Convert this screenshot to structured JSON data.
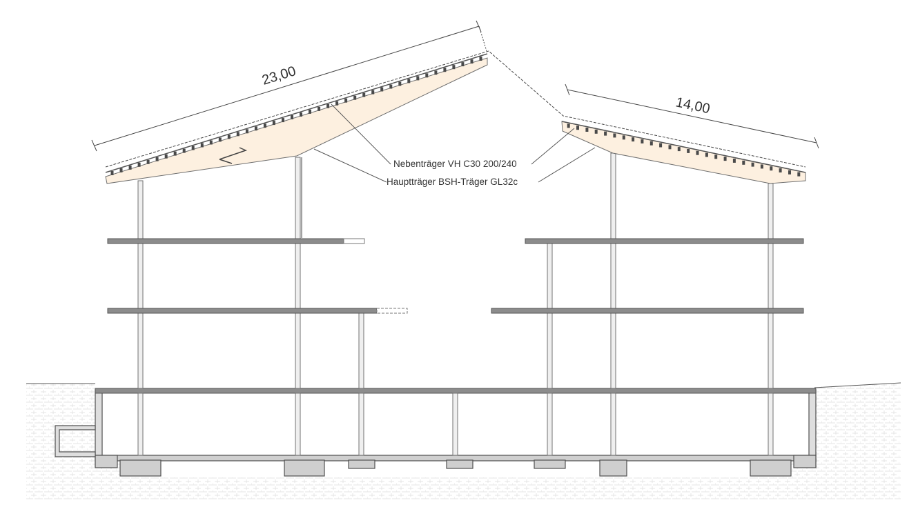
{
  "dimensions": {
    "left_span": "23,00",
    "right_span": "14,00"
  },
  "callouts": {
    "secondary_beam": "Nebenträger VH C30 200/240",
    "main_beam": "Hauptträger BSH-Träger GL32c"
  },
  "colors": {
    "timber": "#fdf0e0",
    "slab": "#8c8c8c",
    "concrete": "#cfcfcf",
    "ground_hatch": "#f1f1f1",
    "line": "#555555"
  }
}
